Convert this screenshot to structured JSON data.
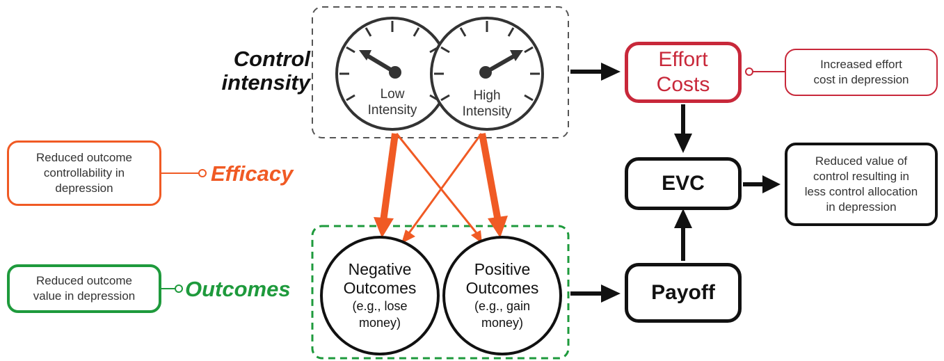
{
  "labels": {
    "control_intensity": [
      "Control",
      "intensity"
    ],
    "efficacy": "Efficacy",
    "outcomes": "Outcomes"
  },
  "gauges": {
    "low": [
      "Low",
      "Intensity"
    ],
    "high": [
      "High",
      "Intensity"
    ]
  },
  "outcome_circles": {
    "negative": [
      "Negative",
      "Outcomes",
      "(e.g., lose",
      "money)"
    ],
    "positive": [
      "Positive",
      "Outcomes",
      "(e.g., gain",
      "money)"
    ]
  },
  "nodes": {
    "effort_costs": [
      "Effort",
      "Costs"
    ],
    "evc": "EVC",
    "payoff": "Payoff"
  },
  "notes": {
    "efficacy": [
      "Reduced outcome",
      "controllability in",
      "depression"
    ],
    "outcomes": [
      "Reduced outcome",
      "value in depression"
    ],
    "effort": [
      "Increased effort",
      "cost in depression"
    ],
    "evc": [
      "Reduced value of",
      "control resulting in",
      "less control allocation",
      "in depression"
    ]
  },
  "colors": {
    "efficacy": "#f05a24",
    "outcomes": "#1e9a3c",
    "effort": "#c8283a",
    "black": "#111111",
    "dashed_box": "#555555"
  }
}
